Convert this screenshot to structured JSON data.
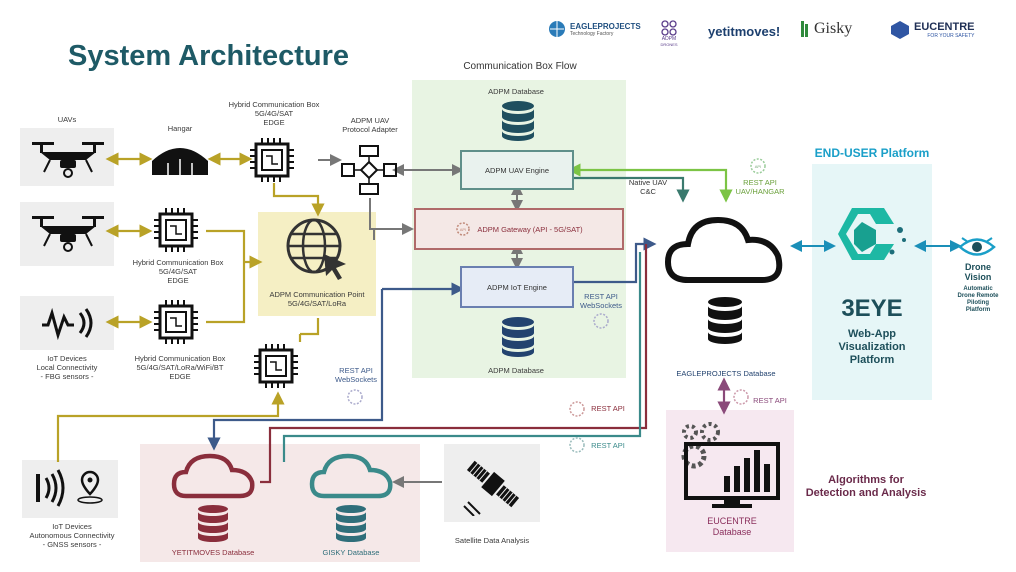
{
  "title": "System Architecture",
  "logos": {
    "eagleprojects": "EAGLEPROJECTS",
    "eagleprojects_sub": "Technology Factory",
    "adpm": "ADPM",
    "adpm_sub": "DRONES",
    "yetitmoves": "yetitmoves!",
    "gisky": "Gisky",
    "eucentre": "EUCENTRE",
    "eucentre_sub": "FOR YOUR SAFETY"
  },
  "left": {
    "uavs": "UAVs",
    "hangar": "Hangar",
    "hybrid_top": "Hybrid Communication Box\n5G/4G/SAT\nEDGE",
    "hybrid_mid": "Hybrid Communication Box\n5G/4G/SAT\nEDGE",
    "hybrid_bottom": "Hybrid Communication Box\n5G/4G/SAT/LoRa/WiFi/BT\nEDGE",
    "iot_local": "IoT Devices\nLocal Connectivity\n- FBG sensors -",
    "iot_auto": "IoT Devices\nAutonomous Connectivity\n- GNSS sensors -",
    "adpm_adapter": "ADPM UAV\nProtocol Adapter",
    "comm_point": "ADPM Communication Point\n5G/4G/SAT/LoRa"
  },
  "commbox": {
    "title": "Communication Box Flow",
    "db_top": "ADPM Database",
    "uav_engine": "ADPM UAV Engine",
    "gateway": "ADPM Gateway (API - 5G/SAT)",
    "iot_engine": "ADPM IoT Engine",
    "db_bottom": "ADPM Database",
    "rest_api_ws": "REST API\nWebSockets"
  },
  "center": {
    "native_uav": "Native UAV\nC&C",
    "rest_api_uav": "REST API\nUAV/HANGAR",
    "eagle_db": "EAGLEPROJECTS Database",
    "rest_api_1": "REST API",
    "rest_api_2": "REST API",
    "rest_api_3": "REST API",
    "rest_api_ws_left": "REST API\nWebSockets"
  },
  "end_user": {
    "title": "END-USER Platform",
    "name": "3EYE",
    "subtitle": "Web-App\nVisualization\nPlatform",
    "drone_vision": "Drone\nVision",
    "drone_vision_sub": "Automatic\nDrone Remote\nPiloting\nPlatform"
  },
  "bottom": {
    "yetitmoves_db": "YETITMOVES Database",
    "gisky_db": "GISKY Database",
    "satellite": "Satellite Data Analysis",
    "eucentre_db": "EUCENTRE\nDatabase",
    "algorithms": "Algorithms for\nDetection and Analysis"
  },
  "colors": {
    "gold": "#b9a227",
    "navy": "#3d5a8a",
    "green": "#7cc445",
    "teal": "#3aa79b",
    "maroon": "#8a2e3c",
    "purple": "#8a4a7a",
    "cyan": "#1a8fb8",
    "gray": "#666666"
  }
}
